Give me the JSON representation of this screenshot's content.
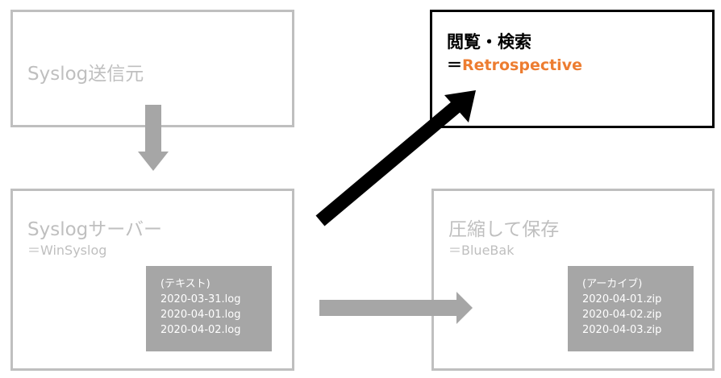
{
  "source": {
    "title": "Syslog送信元"
  },
  "server": {
    "title": "Syslogサーバー",
    "subtitle": "＝WinSyslog",
    "files": {
      "heading": "(テキスト)",
      "items": [
        "2020-03-31.log",
        "2020-04-01.log",
        "2020-04-02.log"
      ]
    }
  },
  "compress": {
    "title": "圧縮して保存",
    "subtitle": "＝BlueBak",
    "files": {
      "heading": "(アーカイブ)",
      "items": [
        "2020-04-01.zip",
        "2020-04-02.zip",
        "2020-04-03.zip"
      ]
    }
  },
  "browse": {
    "title": "閲覧・検索",
    "subtitle_prefix": "＝",
    "subtitle_accent": "Retrospective"
  },
  "colors": {
    "box_border_gray": "#bfbfbf",
    "box_border_black": "#000000",
    "panel_fill": "#a6a6a6",
    "arrow_gray": "#a6a6a6",
    "arrow_black": "#000000",
    "accent": "#ed7d31"
  }
}
